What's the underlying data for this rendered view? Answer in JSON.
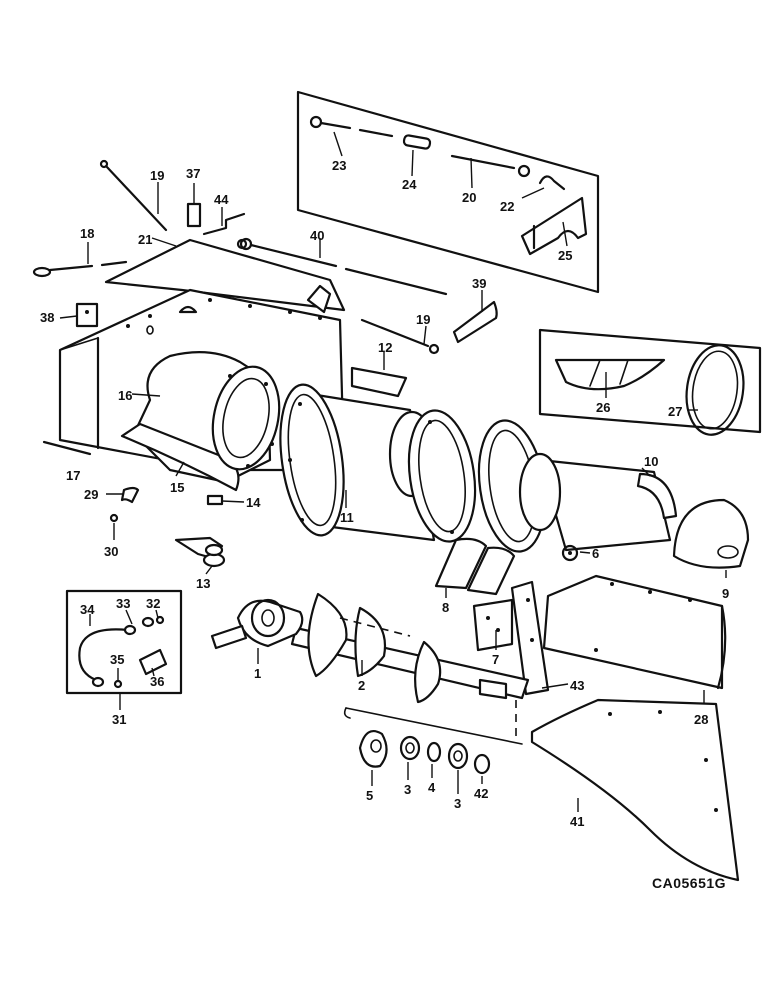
{
  "drawing": {
    "code": "CA05651G",
    "callouts": [
      "1",
      "2",
      "3",
      "3",
      "4",
      "5",
      "6",
      "7",
      "8",
      "9",
      "10",
      "11",
      "12",
      "13",
      "14",
      "15",
      "16",
      "17",
      "18",
      "19",
      "19",
      "20",
      "21",
      "22",
      "23",
      "24",
      "25",
      "26",
      "27",
      "28",
      "29",
      "30",
      "31",
      "32",
      "33",
      "34",
      "35",
      "36",
      "37",
      "38",
      "39",
      "40",
      "41",
      "42",
      "43",
      "44"
    ]
  }
}
